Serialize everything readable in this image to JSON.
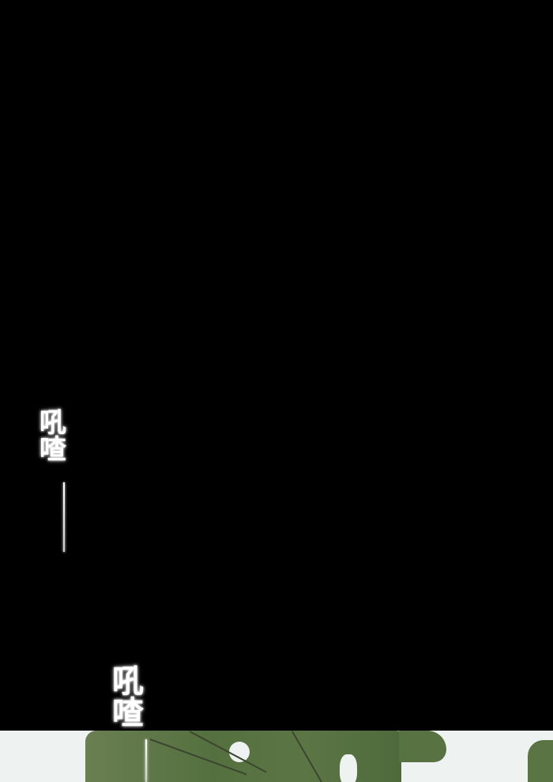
{
  "comic": {
    "sfx_top": {
      "char1": "吼",
      "char2": "喳"
    },
    "sfx_bottom": {
      "char1": "吼",
      "char2": "喳"
    },
    "colors": {
      "background": "#000000",
      "sfx_text": "#ffffff",
      "sky": "#eef2f1",
      "foliage": "#5e7448"
    }
  }
}
